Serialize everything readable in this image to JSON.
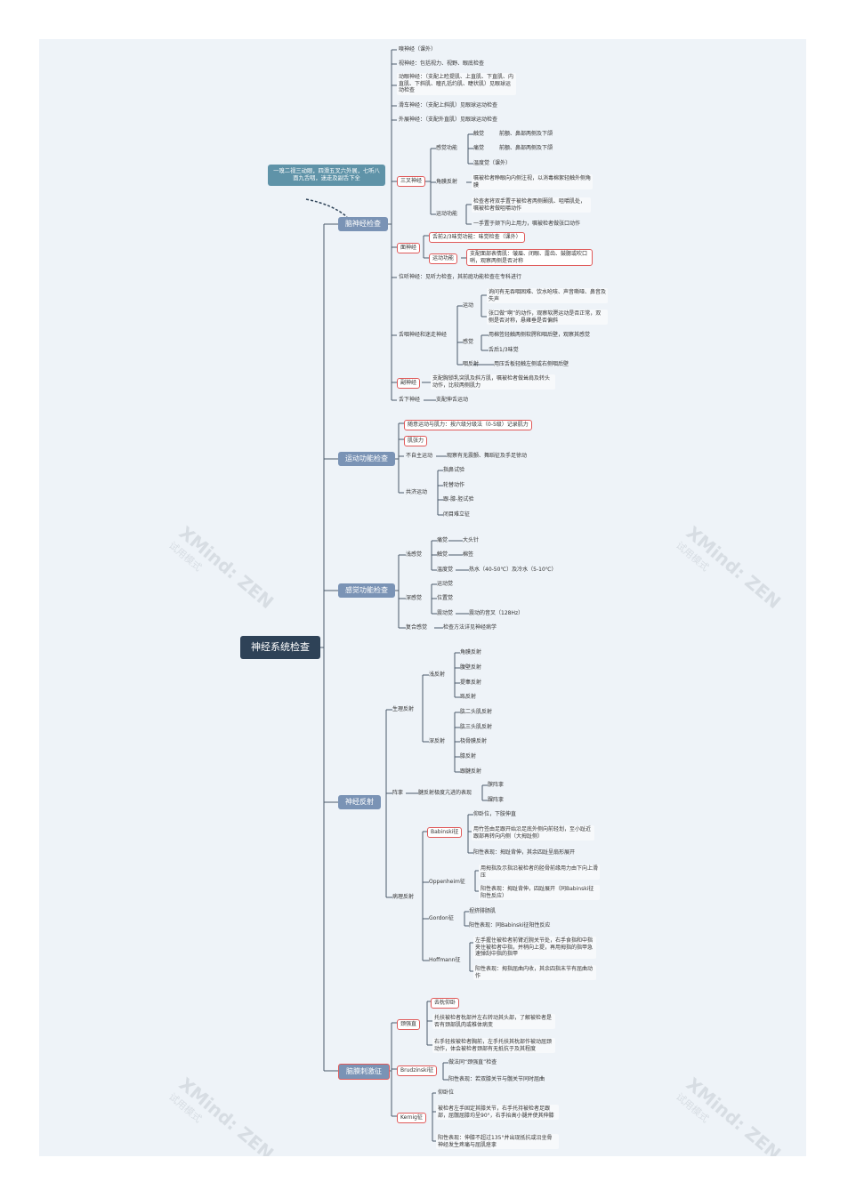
{
  "title": "神经系统检查",
  "watermark": {
    "brand": "XMind: ZEN",
    "sub": "试用模式"
  },
  "callout": "一嗅二视三动眼，四滑五叉六外展，七听八面九舌咽，迷走及副舌下全",
  "branches": {
    "cranial": "脑神经检查",
    "motor": "运动功能检查",
    "sensory": "感觉功能检查",
    "reflex": "神经反射",
    "meningeal": "脑膜刺激征"
  },
  "cranial": {
    "olfactory": "嗅神经（课外）",
    "optic": "视神经：包括视力、视野、眼底检查",
    "oculomotor": "动眼神经：（支配上睑提肌、上直肌、下直肌、内直肌、下斜肌、瞳孔括约肌、睫状肌）见眼球运动检查",
    "trochlear": "滑车神经：（支配上斜肌）见眼球运动检查",
    "abducens": "外展神经：（支配外直肌）见眼球运动检查",
    "trigeminal": "三叉神经",
    "sensory_func": "感觉功能",
    "touch": "触觉",
    "touch_area": "前额、鼻部两侧及下颌",
    "pain": "痛觉",
    "pain_area": "前额、鼻部两侧及下颌",
    "temp": "温度觉（课外）",
    "corneal": "角膜反射",
    "corneal_desc": "嘱被检者睁眼向内侧注视，以消毒棉絮轻触外侧角膜",
    "motor_func": "运动功能",
    "motor_1": "检查者将双手置于被检者两侧颞肌、咀嚼肌处，嘱被检者做咀嚼动作",
    "motor_2": "一手置于颏下向上用力，嘱被检者做张口动作",
    "facial": "面神经",
    "facial_taste": "舌前2/3味觉功能：味觉检查（课外）",
    "facial_motor": "运动功能",
    "facial_motor_desc": "支配面部表情肌：皱眉、闭眼、露齿、鼓腮或吹口哨，观察两侧是否对称",
    "vestibulocochlear": "位听神经：见听力检查，其前庭功能检查在专科进行",
    "glosso_vagus": "舌咽神经和迷走神经",
    "gv_motor": "运动",
    "gv_motor_1": "询问有无吞咽困难、饮水呛咳、声音嘶哑、鼻音及失声",
    "gv_motor_2": "张口做“啊”的动作，观察软腭运动是否正常，双侧是否对称，悬雍垂是否偏斜",
    "gv_sense": "感觉",
    "gv_sense_1": "用棉签轻触两侧软腭和咽后壁，观察其感觉",
    "gv_sense_2": "舌后1/3味觉",
    "gv_gag": "咽反射",
    "gv_gag_desc": "用压舌板轻触左侧或右侧咽后壁",
    "accessory": "副神经",
    "accessory_desc": "支配胸锁乳突肌及斜方肌，嘱被检者做耸肩及转头动作，比较两侧肌力",
    "hypoglossal": "舌下神经",
    "hypoglossal_desc": "支配伸舌运动"
  },
  "motor": {
    "strength": "随意运动与肌力：按六级分级法（0-5级）记录肌力",
    "tone": "肌张力",
    "involuntary": "不自主运动",
    "involuntary_desc": "观察有无震颤、舞蹈征及手足徐动",
    "coordination": "共济运动",
    "c1": "指鼻试验",
    "c2": "轮替动作",
    "c3": "跟-膝-胫试验",
    "c4": "闭目难立征"
  },
  "sensory": {
    "superficial": "浅感觉",
    "pain": "痛觉",
    "pain_tool": "大头针",
    "touch": "触觉",
    "touch_tool": "棉签",
    "temp": "温度觉",
    "temp_tool": "热水（40-50℃）及冷水（5-10℃）",
    "deep": "深感觉",
    "motion": "运动觉",
    "position": "位置觉",
    "vibration": "震动觉",
    "vibration_tool": "震动的音叉（128Hz）",
    "complex": "复合感觉",
    "complex_desc": "检查方法详见神经病学"
  },
  "reflex": {
    "physiological": "生理反射",
    "superficial": "浅反射",
    "s1": "角膜反射",
    "s2": "腹壁反射",
    "s3": "提睾反射",
    "s4": "跖反射",
    "deep": "深反射",
    "d1": "肱二头肌反射",
    "d2": "肱三头肌反射",
    "d3": "桡骨膜反射",
    "d4": "膝反射",
    "d5": "跟腱反射",
    "clonus": "阵挛",
    "clonus_desc": "腱反射极度亢进的表现",
    "c1": "髌阵挛",
    "c2": "踝阵挛",
    "pathological": "病理反射",
    "babinski": "Babinski征",
    "b1": "仰卧位，下肢伸直",
    "b2": "用竹签由足跟开始沿足底外侧向前轻划，至小趾近跟部再转向内侧（大拇趾侧）",
    "b3": "阳性表现：拇趾背伸，其余四趾呈扇形展开",
    "oppenheim": "Oppenheim征",
    "o1": "用拇指及示指沿被检者的胫骨前缘用力由下向上滑压",
    "o2": "阳性表现：拇趾背伸，四趾展开（同Babinski征阳性反应）",
    "gordon": "Gordon征",
    "g1": "捏挤腓肠肌",
    "g2": "阳性表现：同Babinski征阳性反应",
    "hoffmann": "Hoffmann征",
    "h1": "左手握住被检者前臂近腕关节处，右手食指和中指夹住被检者中指，并稍向上提，再用拇指的指甲急速弹刮中指的指甲",
    "h2": "阳性表现：拇指屈曲内收，其余四指末节有屈曲动作"
  },
  "meningeal": {
    "neck": "颈强直",
    "n1": "去枕仰卧",
    "n2": "托扶被检者枕部并左右转动其头部，了解被检者是否有颈部肌肉或椎体病变",
    "n3": "右手轻按被检者胸前，左手托扶其枕部作被动屈颈动作，体会被检者颈部有无抵抗于及其程度",
    "brudzinski": "Brudzinski征",
    "br1": "做法同“颈强直”检查",
    "br2": "阳性表现：若双膝关节与髋关节同时屈曲",
    "kernig": "Kernig征",
    "k1": "仰卧位",
    "k2": "被检者左手固定其膝关节，右手托持被检者足跟部，屈髋屈膝均呈90°，右手抬高小腿并使其伸膝",
    "k3": "阳性表现：伸膝不超过135°并出现抵抗或沿坐骨神经发生疼痛与屈肌痉挛"
  }
}
